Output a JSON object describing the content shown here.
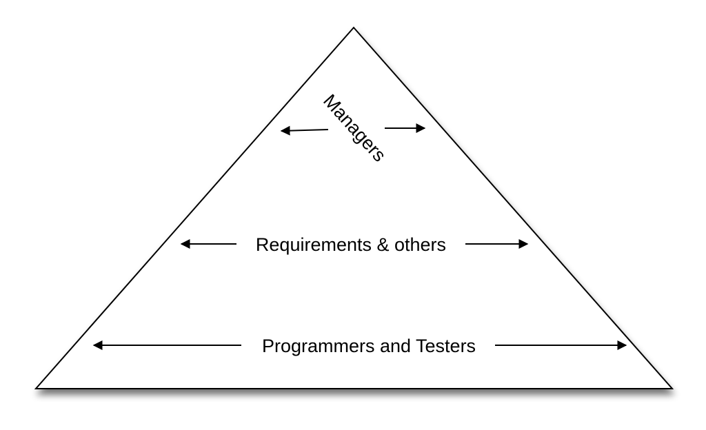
{
  "diagram": {
    "levels": [
      {
        "id": "managers",
        "label": "Managers"
      },
      {
        "id": "requirements",
        "label": "Requirements & others"
      },
      {
        "id": "programmers",
        "label": "Programmers and Testers"
      }
    ]
  }
}
